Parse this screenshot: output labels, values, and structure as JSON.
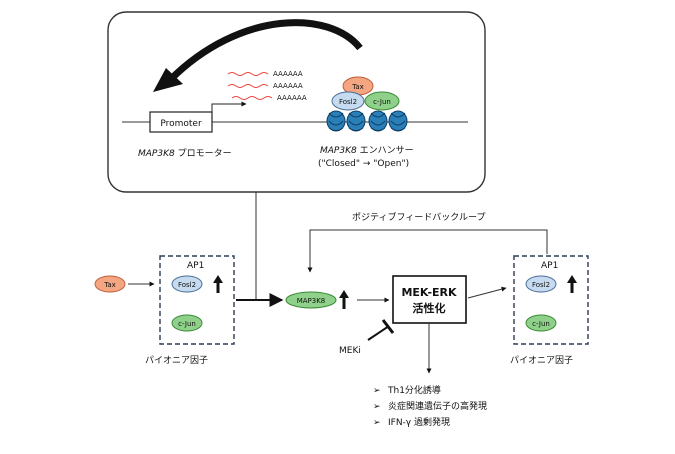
{
  "inset": {
    "promoter_label": "Promoter",
    "mrna_tail": "AAAAAA",
    "promoter_caption_gene": "MAP3K8",
    "promoter_caption_rest": " プロモーター",
    "enhancer_caption_gene": "MAP3K8",
    "enhancer_caption_rest": " エンハンサー",
    "enhancer_state": "(\"Closed\" → \"Open\")",
    "tax": "Tax",
    "fosl2": "Fosl2",
    "cjun": "c-Jun"
  },
  "feedback_label": "ポジティブフィードバックループ",
  "left_ap1": {
    "title": "AP1",
    "fosl2": "Fosl2",
    "cjun": "c-Jun",
    "caption": "パイオニア因子"
  },
  "right_ap1": {
    "title": "AP1",
    "fosl2": "Fosl2",
    "cjun": "c-Jun",
    "caption": "パイオニア因子"
  },
  "tax_input": "Tax",
  "map3k8": "MAP3K8",
  "mek_erk": {
    "line1": "MEK-ERK",
    "line2": "活性化"
  },
  "inhibitor": "MEKi",
  "outcomes": [
    "Th1分化誘導",
    "炎症関連遺伝子の高発現",
    "IFN-γ 過剰発現"
  ],
  "colors": {
    "tax_fill": "#f4a582",
    "fosl2_fill": "#c6dbef",
    "cjun_fill": "#8fd18a",
    "map3k8_fill": "#8fd18a",
    "nucleosome": "#2b7fb8",
    "mrna": "#e8433a"
  }
}
